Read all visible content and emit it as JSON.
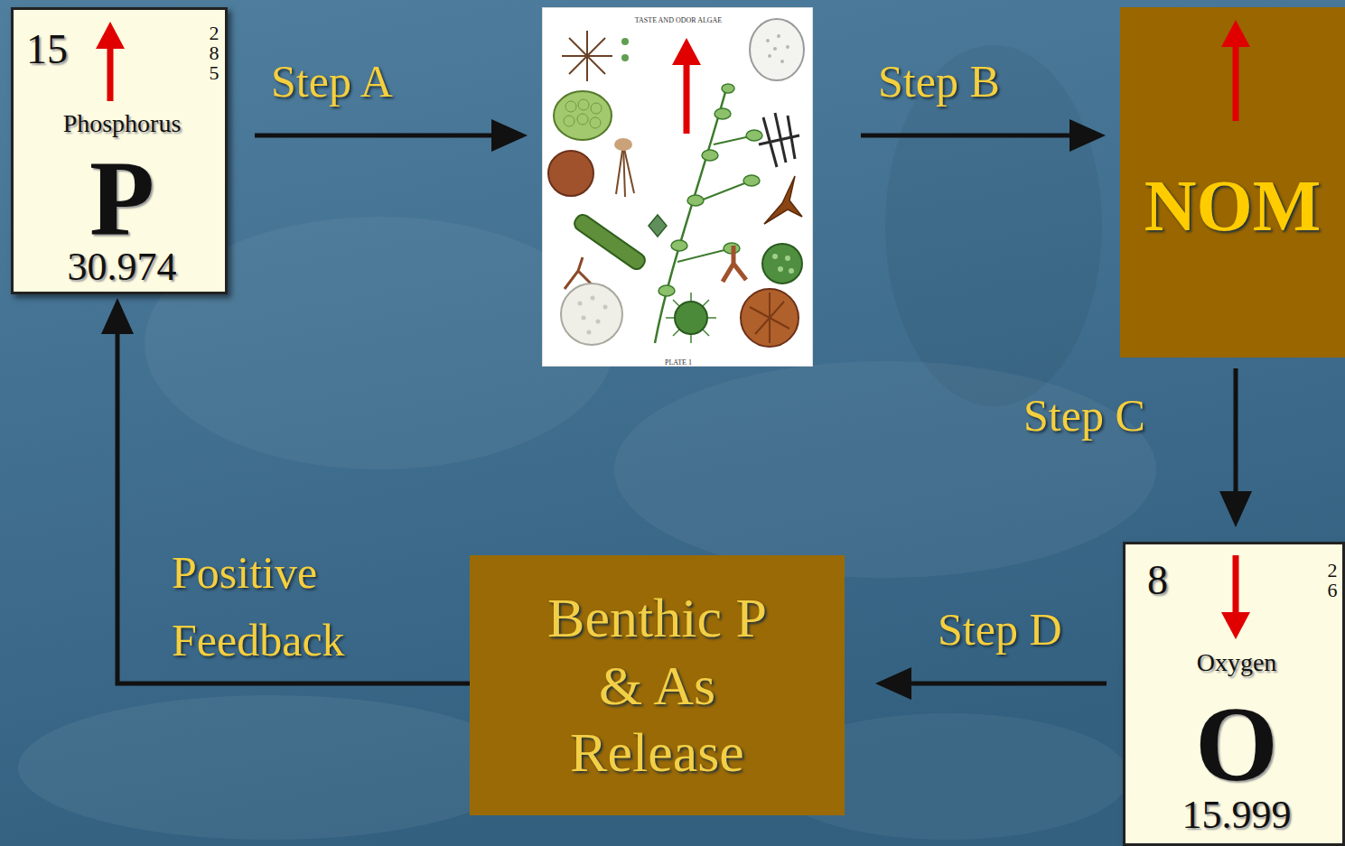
{
  "diagram": {
    "nodes": [
      {
        "text": [
          "15",
          "2 8 5",
          "Phosphorus",
          "P",
          "30.974"
        ]
      },
      {
        "text": [
          "TASTE AND ODOR ALGAE",
          "PLATE 1"
        ]
      },
      {
        "text": [
          "NOM"
        ]
      },
      {
        "text": [
          "8",
          "2 6",
          "Oxygen",
          "O",
          "15.999"
        ]
      },
      {
        "text": [
          "Benthic P & As Release"
        ]
      }
    ],
    "edges": [
      {
        "from": 0,
        "to": 1,
        "label": "Step A",
        "arrow": "to"
      },
      {
        "from": 1,
        "to": 2,
        "label": "Step B",
        "arrow": "to"
      },
      {
        "from": 2,
        "to": 3,
        "label": "Step C",
        "arrow": "to"
      },
      {
        "from": 3,
        "to": 4,
        "label": "Step D",
        "arrow": "to"
      },
      {
        "from": 4,
        "to": 0,
        "label": "Positive Feedback",
        "arrow": "to"
      }
    ]
  }
}
